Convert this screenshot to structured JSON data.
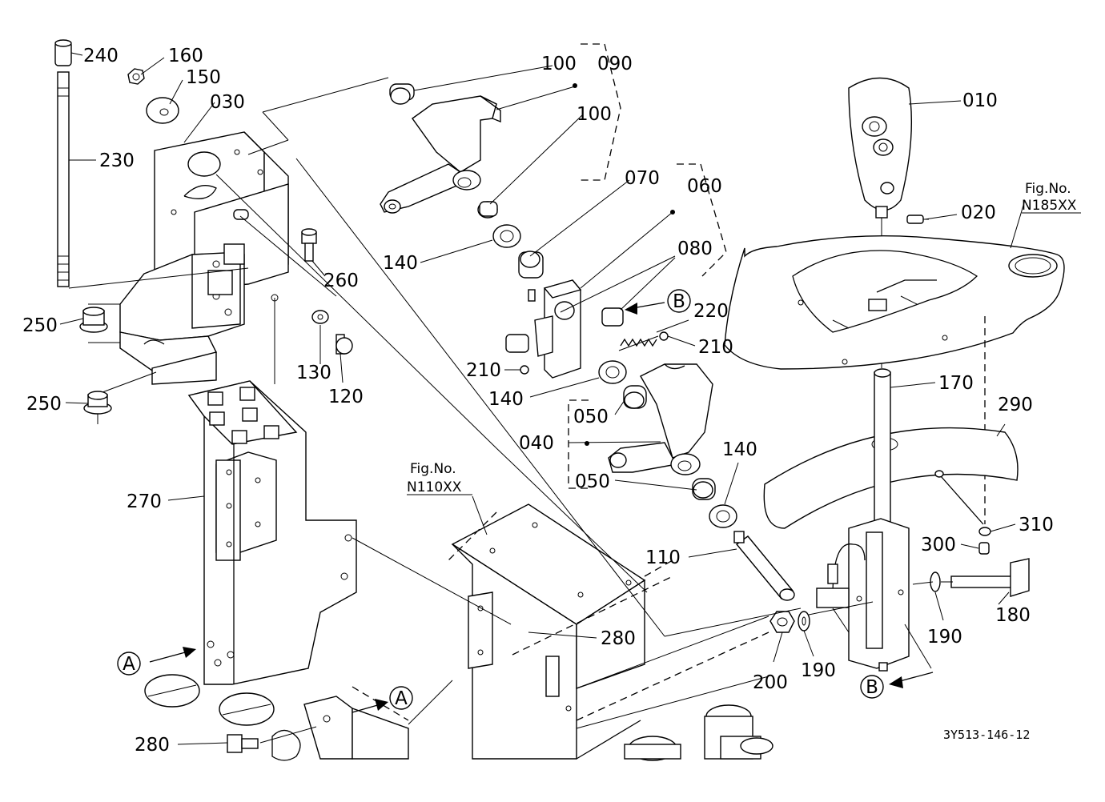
{
  "labels": {
    "p240": "240",
    "p160": "160",
    "p150": "150",
    "p030": "030",
    "p230": "230",
    "p100a": "100",
    "p090": "090",
    "p100b": "100",
    "p010": "010",
    "p020": "020",
    "p070": "070",
    "p060": "060",
    "p080": "080",
    "p260": "260",
    "p140a": "140",
    "p250a": "250",
    "p130": "130",
    "p120": "120",
    "p220": "220",
    "p210a": "210",
    "p210b": "210",
    "p140b": "140",
    "p170": "170",
    "p290": "290",
    "p250b": "250",
    "p050a": "050",
    "p040": "040",
    "p270": "270",
    "p050b": "050",
    "p140c": "140",
    "p310": "310",
    "p300": "300",
    "p110": "110",
    "p180": "180",
    "p280a": "280",
    "p190a": "190",
    "p190b": "190",
    "p200": "200",
    "p280b": "280"
  },
  "markers": {
    "a1": "A",
    "a2": "A",
    "b1": "B",
    "b2": "B"
  },
  "fig_refs": {
    "n185_title": "Fig.No.",
    "n185_code": "N185XX",
    "n110_title": "Fig.No.",
    "n110_code": "N110XX"
  },
  "drawing_code": "3Y513-146-12"
}
